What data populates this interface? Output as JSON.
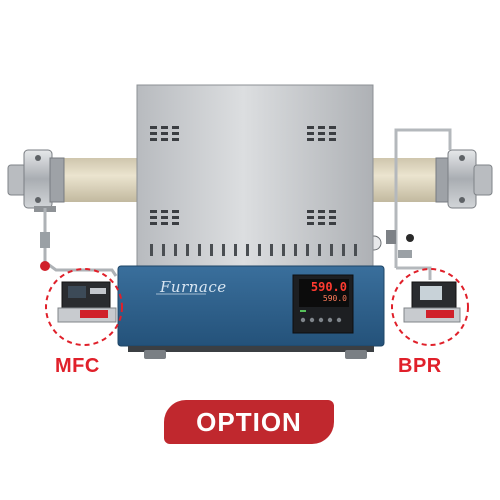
{
  "labels": {
    "mfc": "MFC",
    "bpr": "BPR",
    "option": "OPTION"
  },
  "furnace": {
    "brand": "Furnace",
    "controller": {
      "pv": "590.0",
      "sv": "590.0"
    }
  },
  "colors": {
    "accent_red": "#c0282e",
    "callout_red": "#e0202a",
    "furnace_blue": "#2c5f8a",
    "tube_beige": "#ded6bf",
    "steel": "#c9ccd0"
  }
}
